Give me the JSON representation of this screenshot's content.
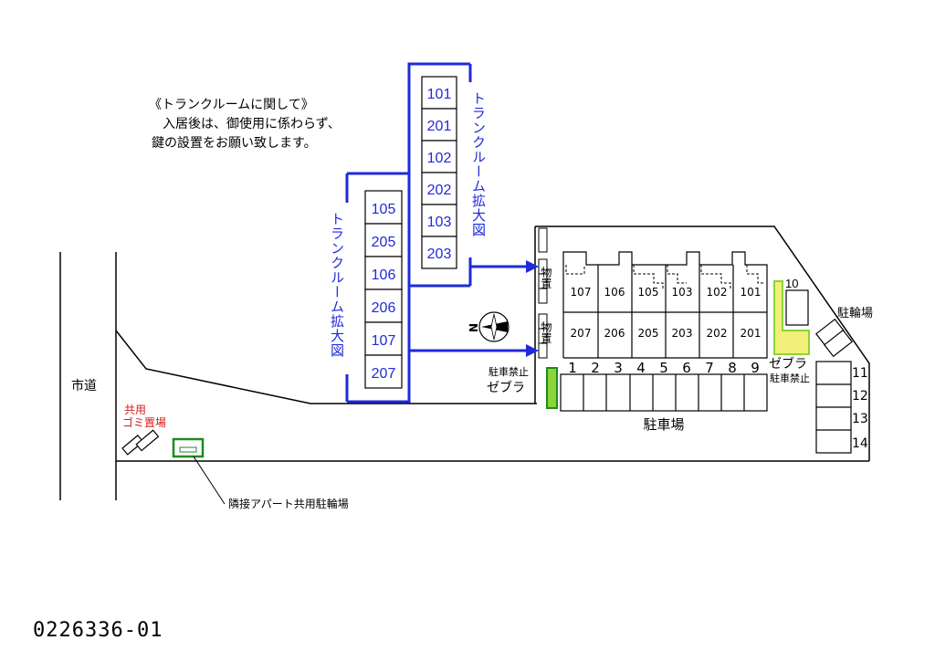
{
  "note": {
    "title": "《トランクルームに関して》",
    "line1": "入居後は、御使用に係わらず、",
    "line2": "鍵の設置をお願い致します。"
  },
  "trunk_right": {
    "label": "トランクルーム拡大図",
    "rooms": [
      "101",
      "201",
      "102",
      "202",
      "103",
      "203"
    ]
  },
  "trunk_left": {
    "label": "トランクルーム拡大図",
    "rooms": [
      "105",
      "205",
      "106",
      "206",
      "107",
      "207"
    ]
  },
  "building": {
    "upper_rooms": [
      "107",
      "106",
      "105",
      "103",
      "102",
      "101"
    ],
    "lower_rooms": [
      "207",
      "206",
      "205",
      "203",
      "202",
      "201"
    ],
    "storage_label": "物置"
  },
  "parking": {
    "label": "駐車場",
    "spaces_row": [
      "1",
      "2",
      "3",
      "4",
      "5",
      "6",
      "7",
      "8",
      "9"
    ],
    "spaces_side": [
      "11",
      "12",
      "13",
      "14"
    ],
    "space_10": "10",
    "zebra_label": "ゼブラ",
    "no_parking_label": "駐車禁止"
  },
  "bicycle_label": "駐輪場",
  "road_label": "市道",
  "garbage_label": [
    "共用",
    "ゴミ置場"
  ],
  "neighbor_bike_label": "隣接アパート共用駐輪場",
  "compass_label": "N",
  "property_code": "0226336-01",
  "colors": {
    "blue": "#1e2adb",
    "red": "#d81818",
    "green": "#1f8a1f",
    "yellow": "#f2f07a",
    "lime": "#8bd43a"
  }
}
